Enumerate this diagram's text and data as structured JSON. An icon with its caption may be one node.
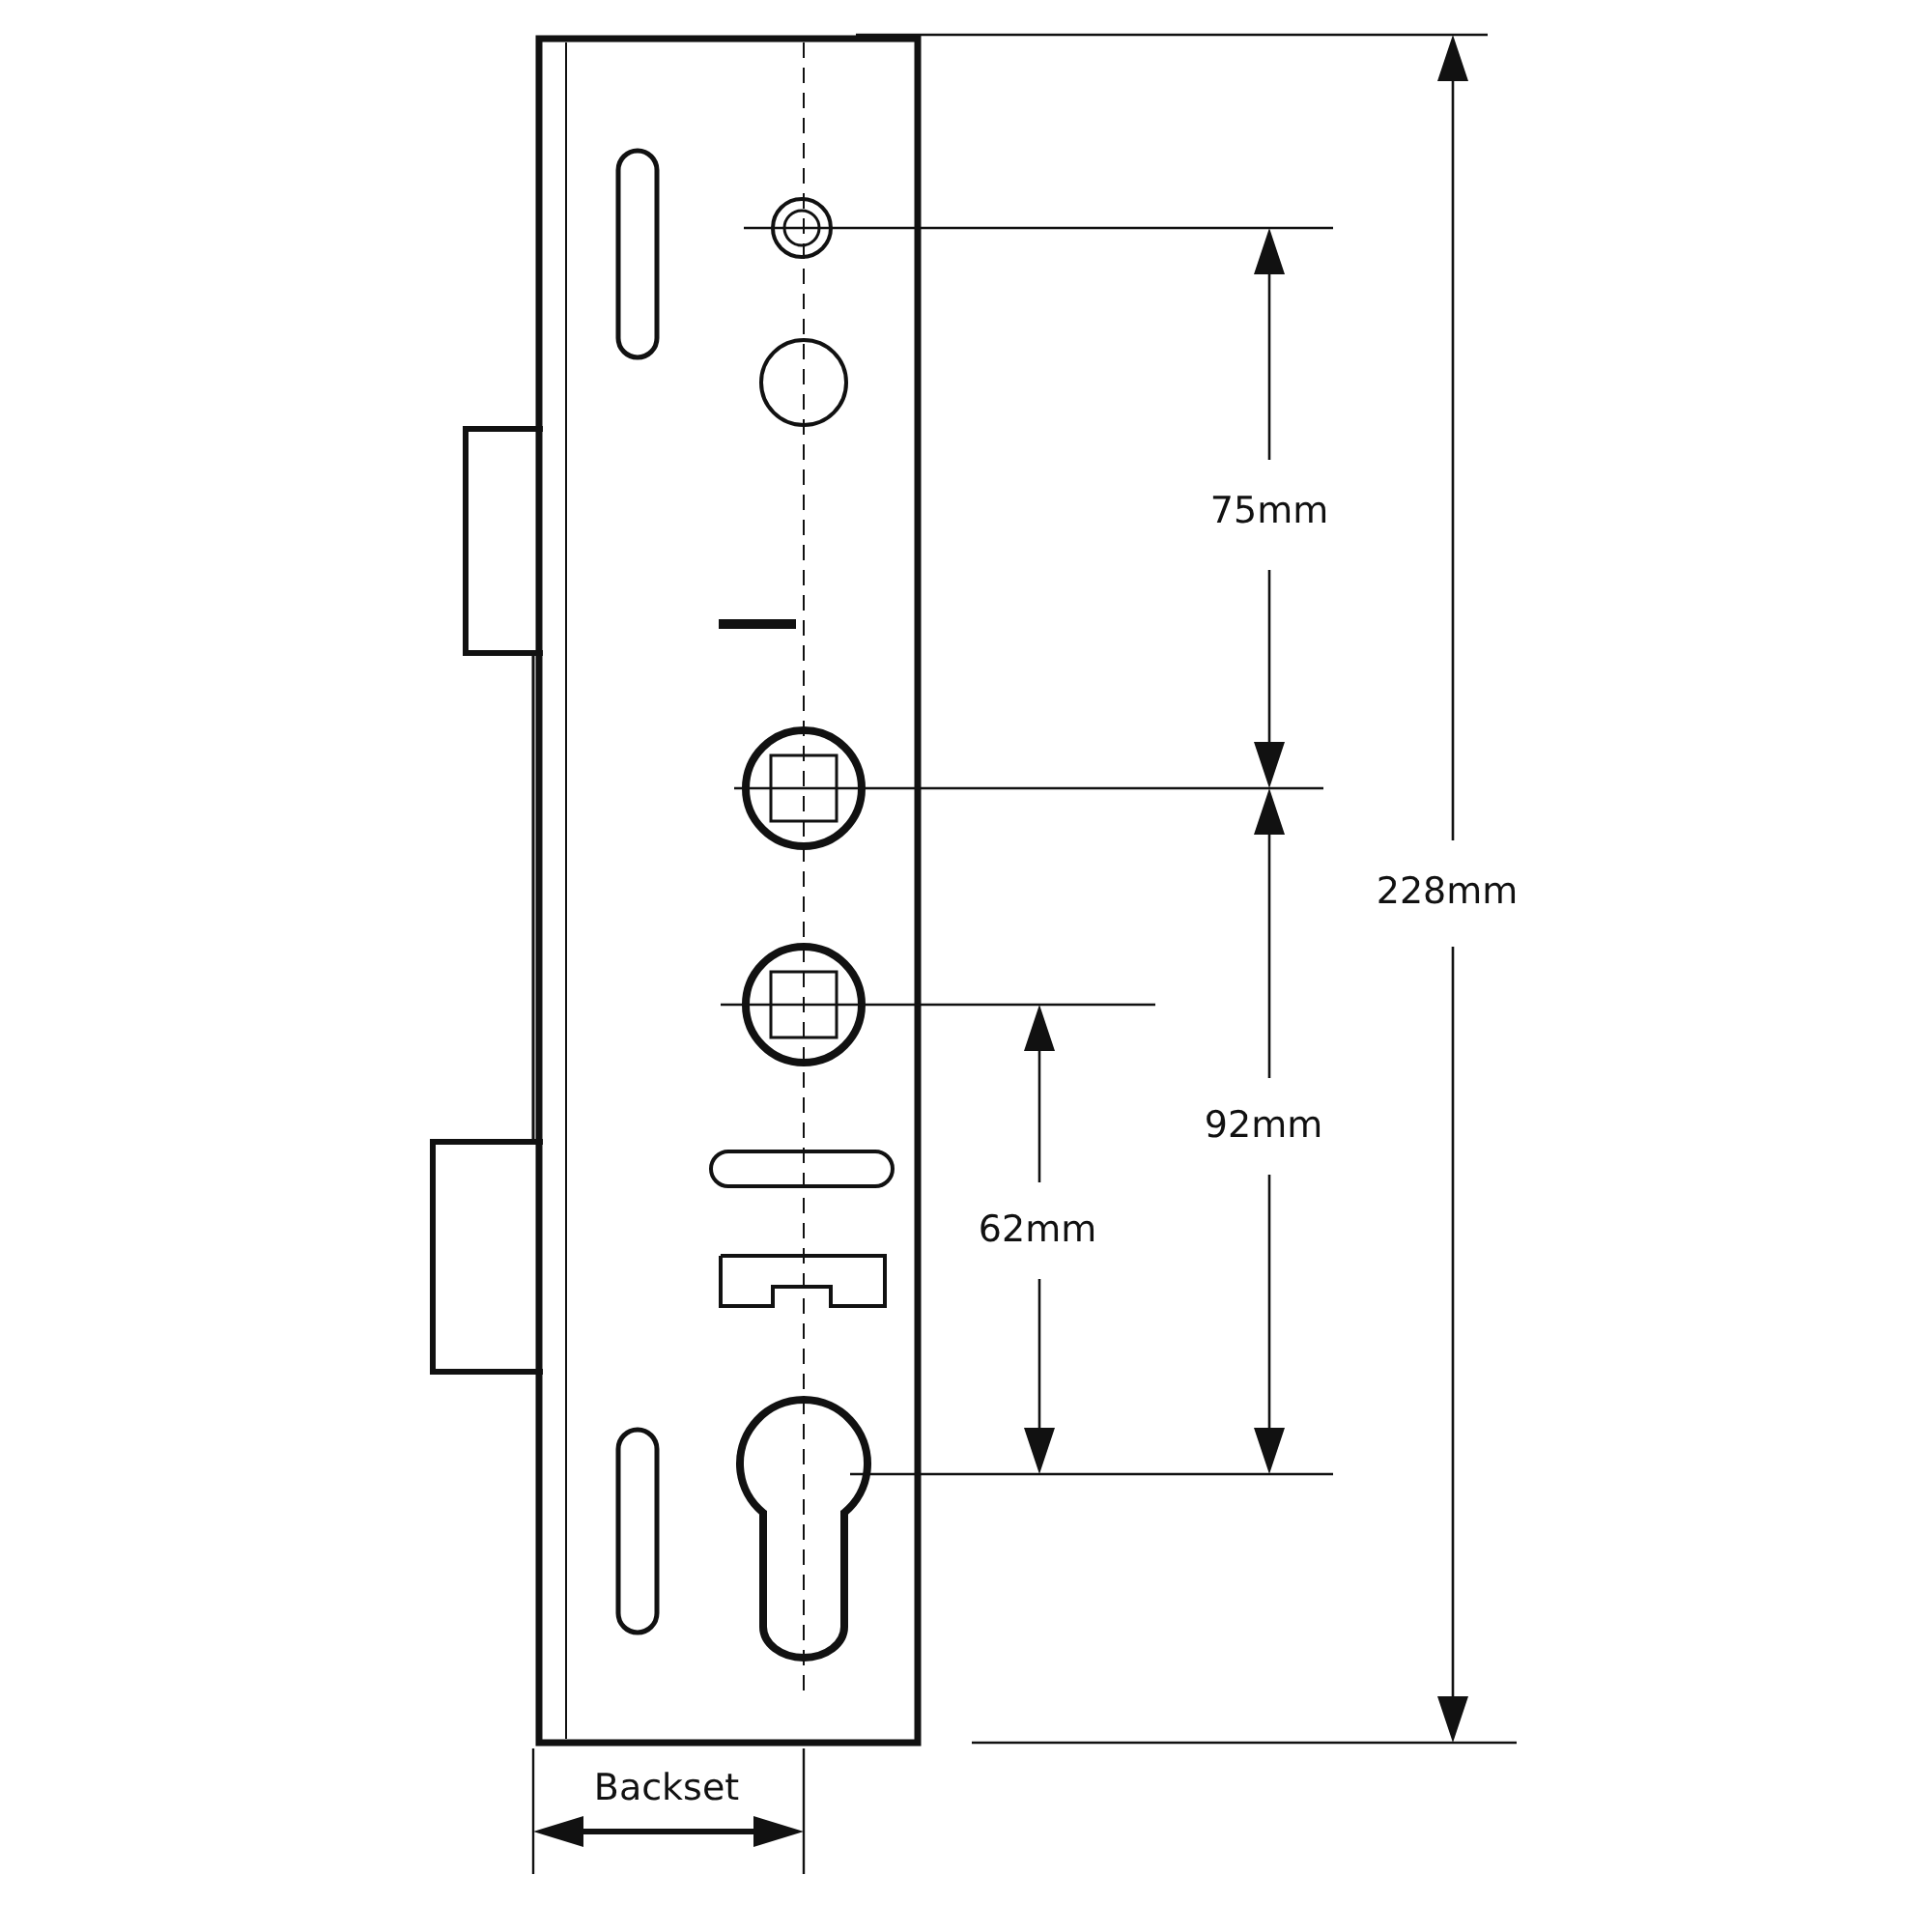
{
  "diagram": {
    "labels": [
      "75mm",
      "228mm",
      "92mm",
      "62mm",
      "Backset"
    ]
  }
}
